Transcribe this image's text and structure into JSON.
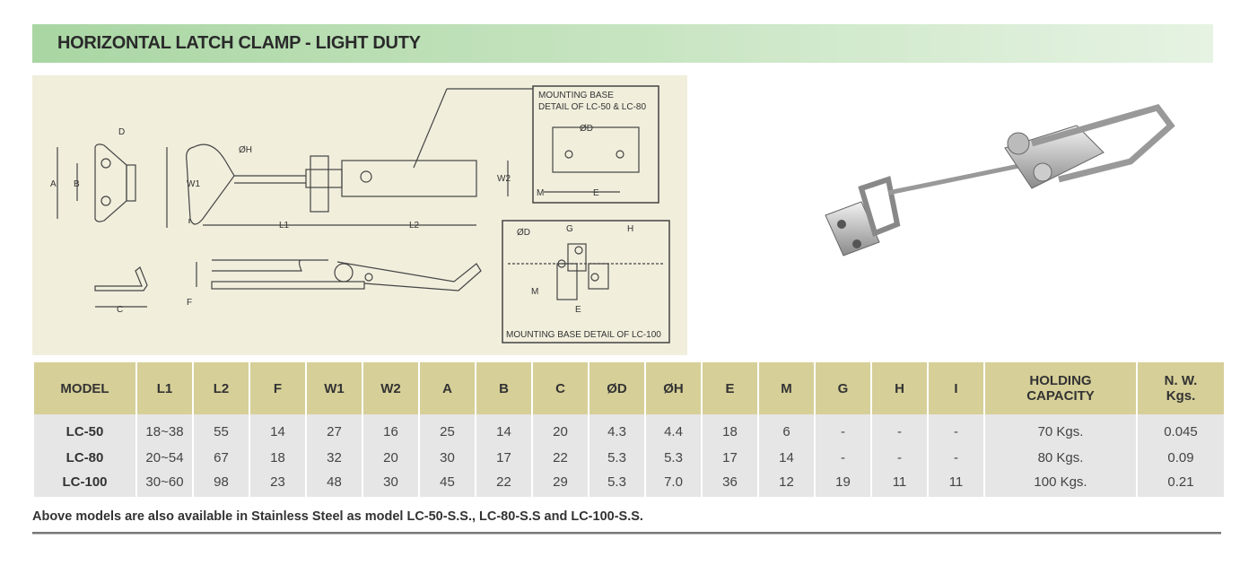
{
  "title": "HORIZONTAL LATCH CLAMP - LIGHT DUTY",
  "diagram": {
    "detail1_title1": "MOUNTING BASE",
    "detail1_title2": "DETAIL OF LC-50 & LC-80",
    "detail2_title": "MOUNTING BASE DETAIL OF LC-100",
    "labels": {
      "D": "D",
      "A": "A",
      "B": "B",
      "C": "C",
      "H": "ØH",
      "W1": "W1",
      "W2": "W2",
      "L1": "L1",
      "L2": "L2",
      "F": "F",
      "OD": "ØD",
      "M": "M",
      "E": "E",
      "G": "G",
      "Hd": "H"
    }
  },
  "table": {
    "headers": [
      "MODEL",
      "L1",
      "L2",
      "F",
      "W1",
      "W2",
      "A",
      "B",
      "C",
      "ØD",
      "ØH",
      "E",
      "M",
      "G",
      "H",
      "I",
      "HOLDING CAPACITY",
      "N. W. Kgs."
    ],
    "rows": [
      [
        "LC-50",
        "18~38",
        "55",
        "14",
        "27",
        "16",
        "25",
        "14",
        "20",
        "4.3",
        "4.4",
        "18",
        "6",
        "-",
        "-",
        "-",
        "70 Kgs.",
        "0.045"
      ],
      [
        "LC-80",
        "20~54",
        "67",
        "18",
        "32",
        "20",
        "30",
        "17",
        "22",
        "5.3",
        "5.3",
        "17",
        "14",
        "-",
        "-",
        "-",
        "80 Kgs.",
        "0.09"
      ],
      [
        "LC-100",
        "30~60",
        "98",
        "23",
        "48",
        "30",
        "45",
        "22",
        "29",
        "5.3",
        "7.0",
        "36",
        "12",
        "19",
        "11",
        "11",
        "100 Kgs.",
        "0.21"
      ]
    ]
  },
  "note": "Above models are also available in Stainless Steel as model LC-50-S.S., LC-80-S.S and LC-100-S.S."
}
